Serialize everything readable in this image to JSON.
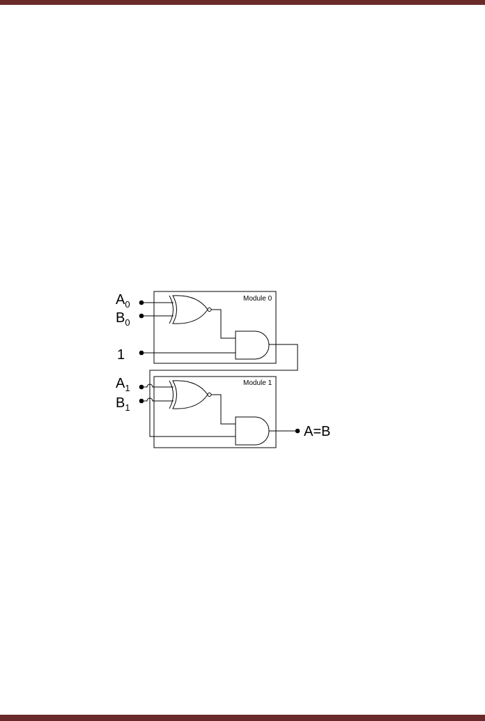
{
  "colors": {
    "page_rule": "#6b2a2a",
    "stroke": "#000000",
    "background": "#ffffff"
  },
  "modules": [
    {
      "title": "Module 0"
    },
    {
      "title": "Module 1"
    }
  ],
  "inputs": {
    "a0": {
      "base": "A",
      "sub": "0"
    },
    "b0": {
      "base": "B",
      "sub": "0"
    },
    "one": "1",
    "a1": {
      "base": "A",
      "sub": "1"
    },
    "b1": {
      "base": "B",
      "sub": "1"
    }
  },
  "output": "A=B"
}
